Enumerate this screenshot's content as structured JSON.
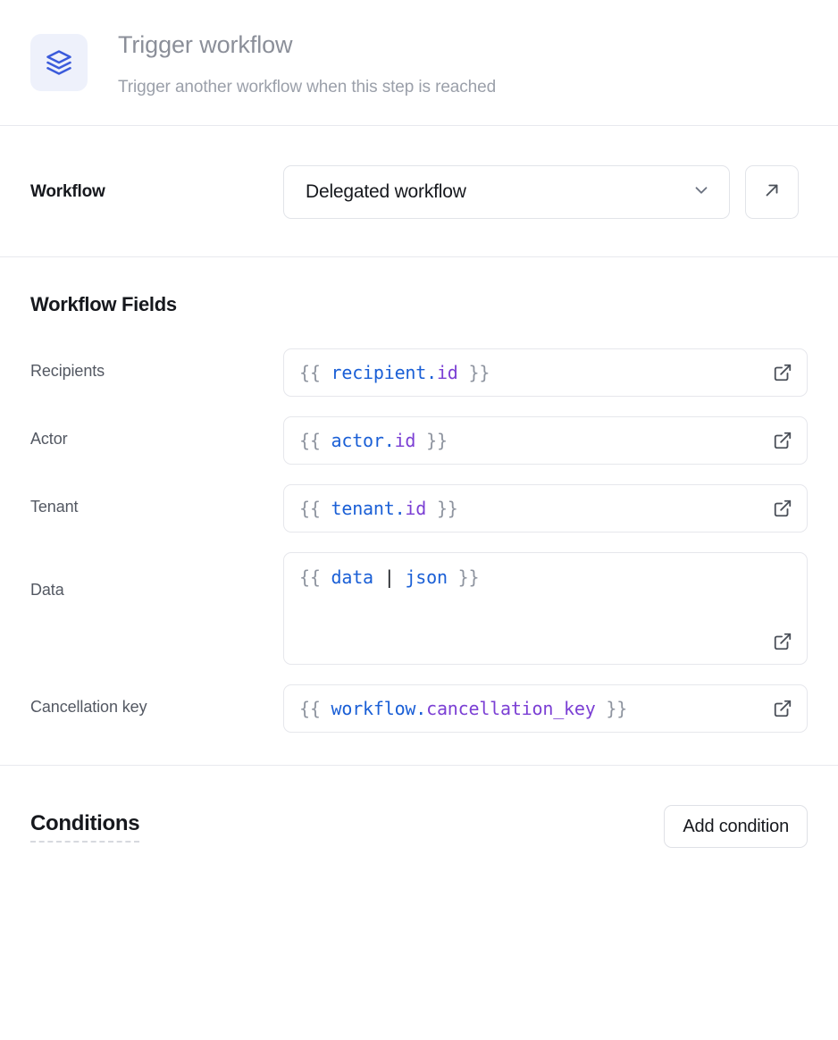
{
  "header": {
    "icon": "layers-icon",
    "icon_bg": "#eef1fb",
    "icon_color": "#3b5bdb",
    "title": "Trigger workflow",
    "subtitle": "Trigger another workflow when this step is reached"
  },
  "workflow_row": {
    "label": "Workflow",
    "select_value": "Delegated workflow",
    "dropdown_icon": "chevron-down-icon",
    "open_icon": "arrow-up-right-icon"
  },
  "fields_section": {
    "title": "Workflow Fields",
    "external_icon": "external-link-icon",
    "fields": [
      {
        "label": "Recipients",
        "value": "{{ recipient.id }}",
        "multiline": false,
        "tokens": [
          {
            "t": "{{ ",
            "c": "brace"
          },
          {
            "t": "recipient.",
            "c": "ns"
          },
          {
            "t": "id",
            "c": "prop"
          },
          {
            "t": " }}",
            "c": "brace"
          }
        ]
      },
      {
        "label": "Actor",
        "value": "{{ actor.id }}",
        "multiline": false,
        "tokens": [
          {
            "t": "{{ ",
            "c": "brace"
          },
          {
            "t": "actor.",
            "c": "ns"
          },
          {
            "t": "id",
            "c": "prop"
          },
          {
            "t": " }}",
            "c": "brace"
          }
        ]
      },
      {
        "label": "Tenant",
        "value": "{{ tenant.id }}",
        "multiline": false,
        "tokens": [
          {
            "t": "{{ ",
            "c": "brace"
          },
          {
            "t": "tenant.",
            "c": "ns"
          },
          {
            "t": "id",
            "c": "prop"
          },
          {
            "t": " }}",
            "c": "brace"
          }
        ]
      },
      {
        "label": "Data",
        "value": "{{ data | json }}",
        "multiline": true,
        "tokens": [
          {
            "t": "{{ ",
            "c": "brace"
          },
          {
            "t": "data",
            "c": "ns"
          },
          {
            "t": " | ",
            "c": "pipe"
          },
          {
            "t": "json",
            "c": "ns"
          },
          {
            "t": " }}",
            "c": "brace"
          }
        ]
      },
      {
        "label": "Cancellation key",
        "value": "{{ workflow.cancellation_key }}",
        "multiline": false,
        "tokens": [
          {
            "t": "{{ ",
            "c": "brace"
          },
          {
            "t": "workflow.",
            "c": "ns"
          },
          {
            "t": "cancellation_key",
            "c": "prop"
          },
          {
            "t": " }}",
            "c": "brace"
          }
        ]
      }
    ]
  },
  "conditions_section": {
    "title": "Conditions",
    "add_button": "Add condition"
  },
  "colors": {
    "accent_blue": "#1a5fd6",
    "accent_purple": "#7b3fd4",
    "brace_gray": "#8e949f",
    "border": "#e6e7ec",
    "divider": "#e8e9ee",
    "text_primary": "#16181d",
    "text_muted": "#8b8f99"
  }
}
